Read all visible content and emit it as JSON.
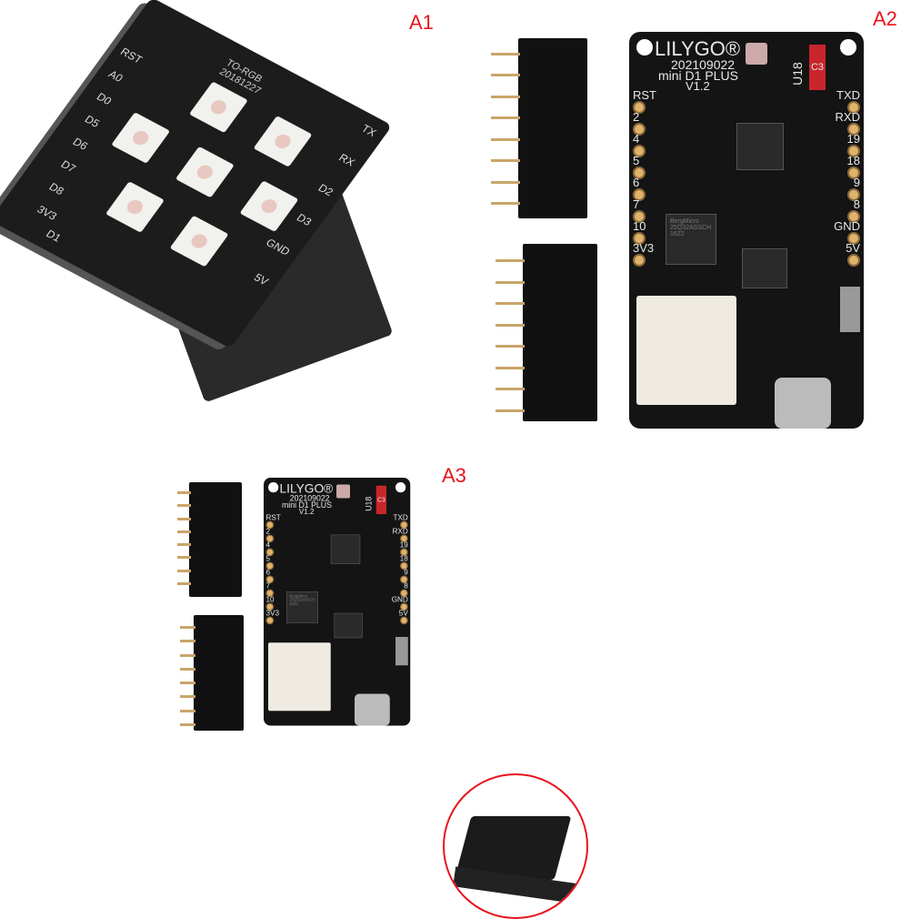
{
  "labels": {
    "a1": "A1",
    "a2": "A2",
    "a3": "A3"
  },
  "a1_board": {
    "name": "TO-RGB",
    "date": "20181227",
    "left_pins": [
      "RST",
      "A0",
      "D0",
      "D5",
      "D6",
      "D7",
      "D8",
      "3V3"
    ],
    "right_pins": [
      "TX",
      "RX",
      "D2",
      "D3",
      "GND",
      "5V"
    ],
    "bottom_pin": "D1"
  },
  "mini_board": {
    "brand": "LILYGO®",
    "date": "202109022",
    "model": "mini D1 PLUS",
    "version": "V1.2",
    "module": "U18",
    "chip_label": "C3",
    "flash": [
      "BergMicro",
      "25Q32ASSCH",
      "1622"
    ],
    "left_pins": [
      "RST",
      "2",
      "4",
      "5",
      "6",
      "7",
      "10",
      "3V3"
    ],
    "right_pins": [
      "TXD",
      "RXD",
      "19",
      "18",
      "9",
      "8",
      "GND",
      "5V"
    ]
  },
  "colors": {
    "label": "#e8141c",
    "pcb": "#141414"
  }
}
